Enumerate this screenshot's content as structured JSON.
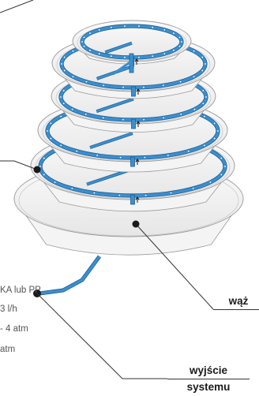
{
  "labels": {
    "hose": "wąż",
    "system_outlet_line1": "wyjście",
    "system_outlet_line2": "systemu"
  },
  "specs": [
    "KA lub PP",
    "3 l/h",
    "- 4 atm",
    "atm"
  ],
  "colors": {
    "hose": "#3a8fd0",
    "hose_outline": "#1f5f94",
    "tray_fill": "#f4f4f4",
    "tray_stroke": "#9a9a9a",
    "callout_line": "#333333",
    "spec_text": "#555555"
  },
  "tier_count": 5
}
